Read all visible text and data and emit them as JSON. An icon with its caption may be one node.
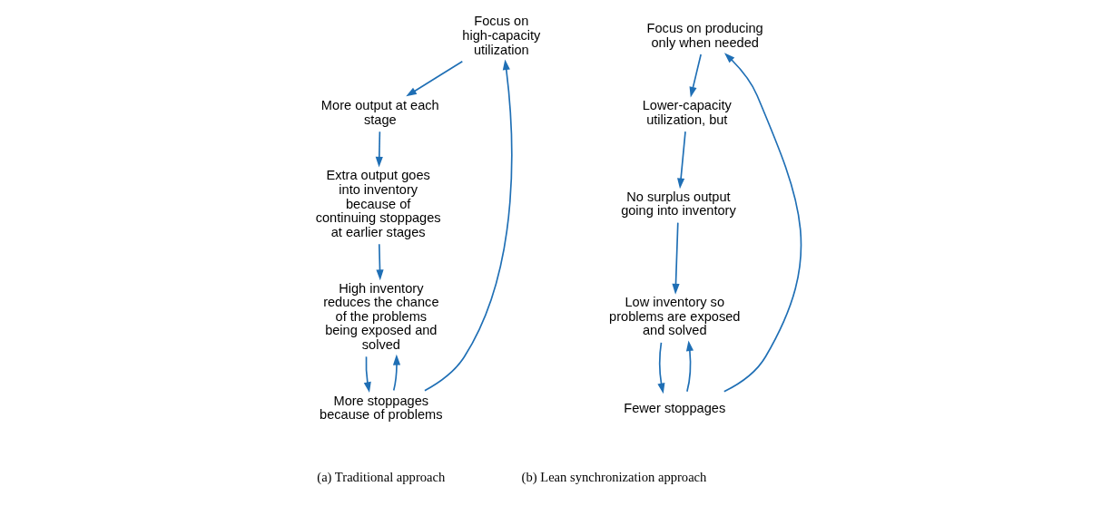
{
  "diagram": {
    "nodes": [
      {
        "text": [
          "Focus on high-capacity utilization"
        ]
      },
      {
        "text": [
          "More output at each stage"
        ]
      },
      {
        "text": [
          "Extra output goes into inventory because of continuing stoppages at earlier stages"
        ]
      },
      {
        "text": [
          "High inventory reduces the chance of the problems being exposed and solved"
        ]
      },
      {
        "text": [
          "More stoppages because of problems"
        ]
      },
      {
        "text": [
          "Focus on producing only when needed"
        ]
      },
      {
        "text": [
          "Lower-capacity utilization, but"
        ]
      },
      {
        "text": [
          "No surplus output going into inventory"
        ]
      },
      {
        "text": [
          "Low inventory so problems are exposed and solved"
        ]
      },
      {
        "text": [
          "Fewer stoppages"
        ]
      }
    ],
    "edges": [
      {
        "from": 4,
        "to": 0,
        "arrow": "to"
      },
      {
        "from": 0,
        "to": 1,
        "arrow": "to"
      },
      {
        "from": 1,
        "to": 2,
        "arrow": "to"
      },
      {
        "from": 2,
        "to": 3,
        "arrow": "to"
      },
      {
        "from": 3,
        "to": 4,
        "arrow": "to"
      },
      {
        "from": 4,
        "to": 3,
        "arrow": "to"
      },
      {
        "from": 9,
        "to": 5,
        "arrow": "to"
      },
      {
        "from": 5,
        "to": 6,
        "arrow": "to"
      },
      {
        "from": 6,
        "to": 7,
        "arrow": "to"
      },
      {
        "from": 7,
        "to": 8,
        "arrow": "to"
      },
      {
        "from": 8,
        "to": 9,
        "arrow": "to"
      },
      {
        "from": 9,
        "to": 8,
        "arrow": "to"
      }
    ],
    "labels": [
      "(a) Traditional approach",
      "(b) Lean synchronization approach"
    ]
  }
}
